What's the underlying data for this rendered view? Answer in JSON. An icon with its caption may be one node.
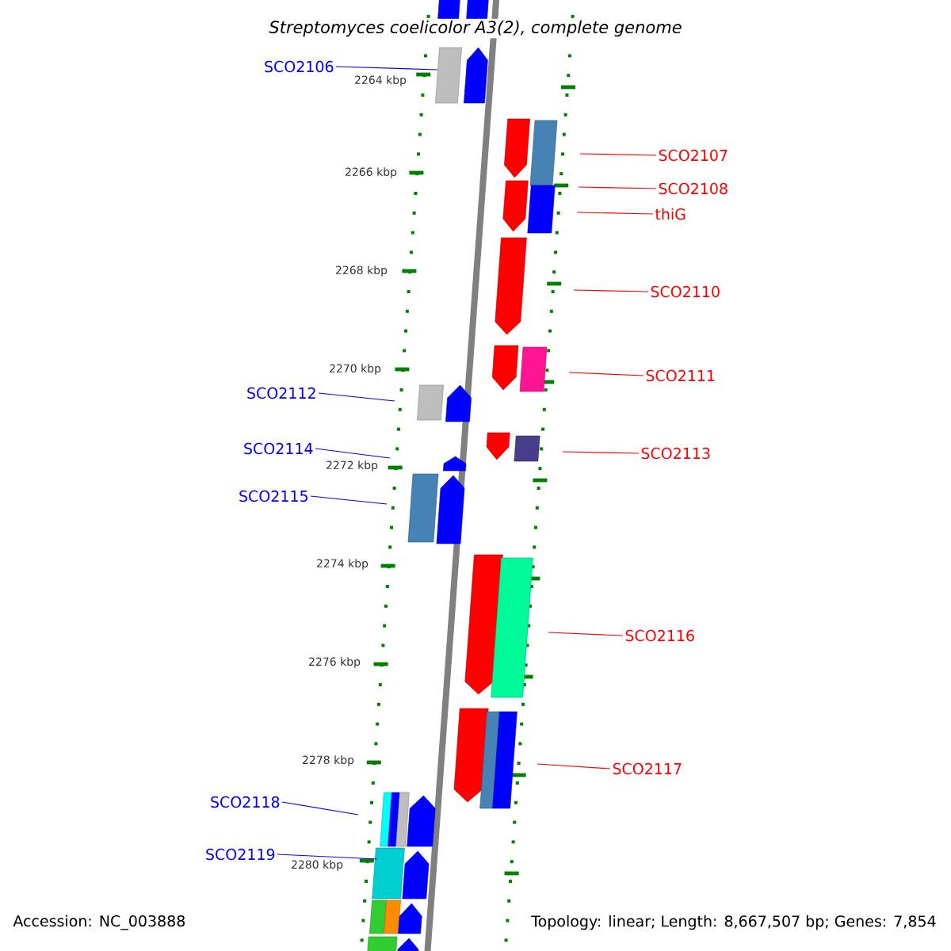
{
  "diagram": {
    "title": "Streptomyces coelicolor A3(2), complete genome",
    "nodes": [
      {
        "text": [
          "SCO2106"
        ]
      },
      {
        "text": [
          "SCO2107"
        ]
      },
      {
        "text": [
          "SCO2108"
        ]
      },
      {
        "text": [
          "thiG"
        ]
      },
      {
        "text": [
          "SCO2110"
        ]
      },
      {
        "text": [
          "SCO2111"
        ]
      },
      {
        "text": [
          "SCO2112"
        ]
      },
      {
        "text": [
          "SCO2113"
        ]
      },
      {
        "text": [
          "SCO2114"
        ]
      },
      {
        "text": [
          "SCO2115"
        ]
      },
      {
        "text": [
          "SCO2116"
        ]
      },
      {
        "text": [
          "SCO2117"
        ]
      },
      {
        "text": [
          "SCO2118"
        ]
      },
      {
        "text": [
          "SCO2119"
        ]
      }
    ],
    "edges": [
      {
        "from": 0,
        "to": null,
        "arrow": "none",
        "color": "#0000ff"
      },
      {
        "from": 1,
        "to": null,
        "arrow": "none"
      },
      {
        "from": 2,
        "to": null,
        "arrow": "none"
      },
      {
        "from": 3,
        "to": null,
        "arrow": "none"
      },
      {
        "from": 4,
        "to": null,
        "arrow": "none"
      },
      {
        "from": 5,
        "to": null,
        "arrow": "none"
      },
      {
        "from": 6,
        "to": null,
        "arrow": "none",
        "color": "#0000ff"
      },
      {
        "from": 7,
        "to": null,
        "arrow": "none"
      },
      {
        "from": 8,
        "to": null,
        "arrow": "none",
        "color": "#0000ff"
      },
      {
        "from": 9,
        "to": null,
        "arrow": "none",
        "color": "#0000ff"
      },
      {
        "from": 10,
        "to": null,
        "arrow": "none"
      },
      {
        "from": 11,
        "to": null,
        "arrow": "none"
      },
      {
        "from": 12,
        "to": null,
        "arrow": "none",
        "color": "#0000ff"
      },
      {
        "from": 13,
        "to": null,
        "arrow": "none",
        "color": "#0000ff"
      }
    ],
    "labels": [
      "2264 kbp",
      "2266 kbp",
      "2268 kbp",
      "2270 kbp",
      "2272 kbp",
      "2274 kbp",
      "2276 kbp",
      "2278 kbp",
      "2280 kbp",
      "Accession: NC_003888",
      "Topology: linear; Length: 8,667,507 bp; Genes: 7,854"
    ]
  }
}
